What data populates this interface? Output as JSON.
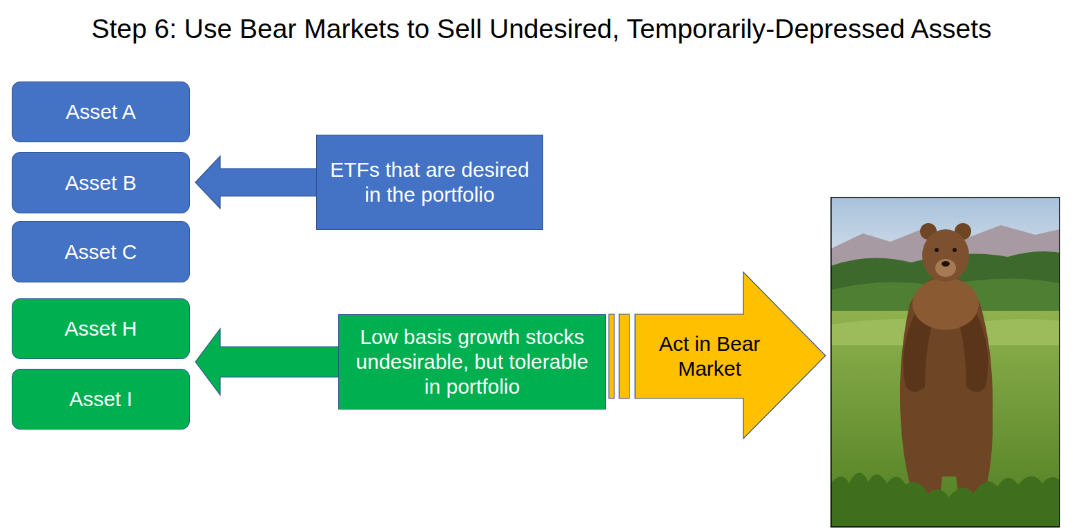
{
  "diagram": {
    "title": "Step 6: Use Bear Markets to Sell Undesired, Temporarily-Depressed Assets",
    "nodes": [
      {
        "text": [
          "Asset A"
        ]
      },
      {
        "text": [
          "Asset B"
        ]
      },
      {
        "text": [
          "Asset C"
        ]
      },
      {
        "text": [
          "ETFs that are desired in the portfolio"
        ]
      },
      {
        "text": [
          "Asset H"
        ]
      },
      {
        "text": [
          "Asset I"
        ]
      },
      {
        "text": [
          "Low basis growth stocks undesirable, but tolerable in portfolio"
        ]
      },
      {
        "text": [
          "Act in Bear Market"
        ]
      }
    ],
    "edges": [
      {
        "from": 3,
        "to": 1,
        "arrow": "to"
      },
      {
        "from": 6,
        "to": 4,
        "arrow": "to"
      },
      {
        "from": 6,
        "to": 5,
        "arrow": "to"
      }
    ]
  }
}
